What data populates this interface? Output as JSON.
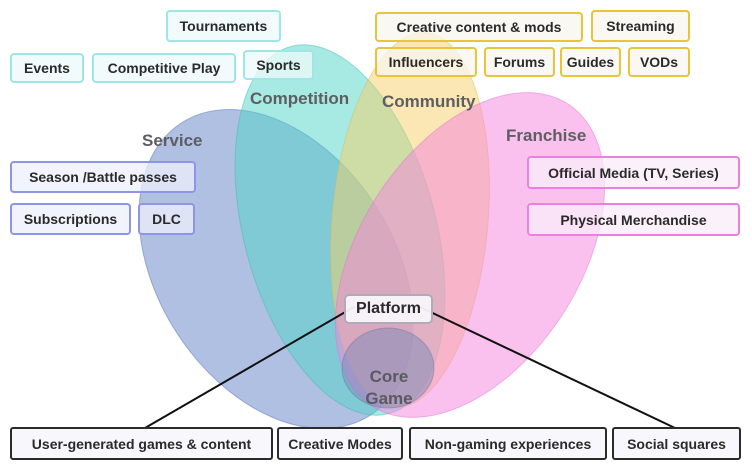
{
  "categories": {
    "service": "Service",
    "competition": "Competition",
    "community": "Community",
    "franchise": "Franchise"
  },
  "center": {
    "platform": "Platform",
    "core": "Core Game"
  },
  "competition_tags": {
    "tournaments": "Tournaments",
    "events": "Events",
    "competitive_play": "Competitive Play",
    "sports": "Sports"
  },
  "community_tags": {
    "creative_content": "Creative content & mods",
    "streaming": "Streaming",
    "influencers": "Influencers",
    "forums": "Forums",
    "guides": "Guides",
    "vods": "VODs"
  },
  "service_tags": {
    "season_passes": "Season /Battle passes",
    "subscriptions": "Subscriptions",
    "dlc": "DLC"
  },
  "franchise_tags": {
    "official_media": "Official Media (TV, Series)",
    "physical_merch": "Physical Merchandise"
  },
  "platform_tags": {
    "ugc": "User-generated games & content",
    "creative_modes": "Creative Modes",
    "non_gaming": "Non-gaming experiences",
    "social_squares": "Social squares"
  },
  "colors": {
    "service": "#6f8fd0",
    "competition": "#6fd8cf",
    "community": "#f3d98c",
    "franchise": "#f39be3",
    "connector": "#111111"
  }
}
